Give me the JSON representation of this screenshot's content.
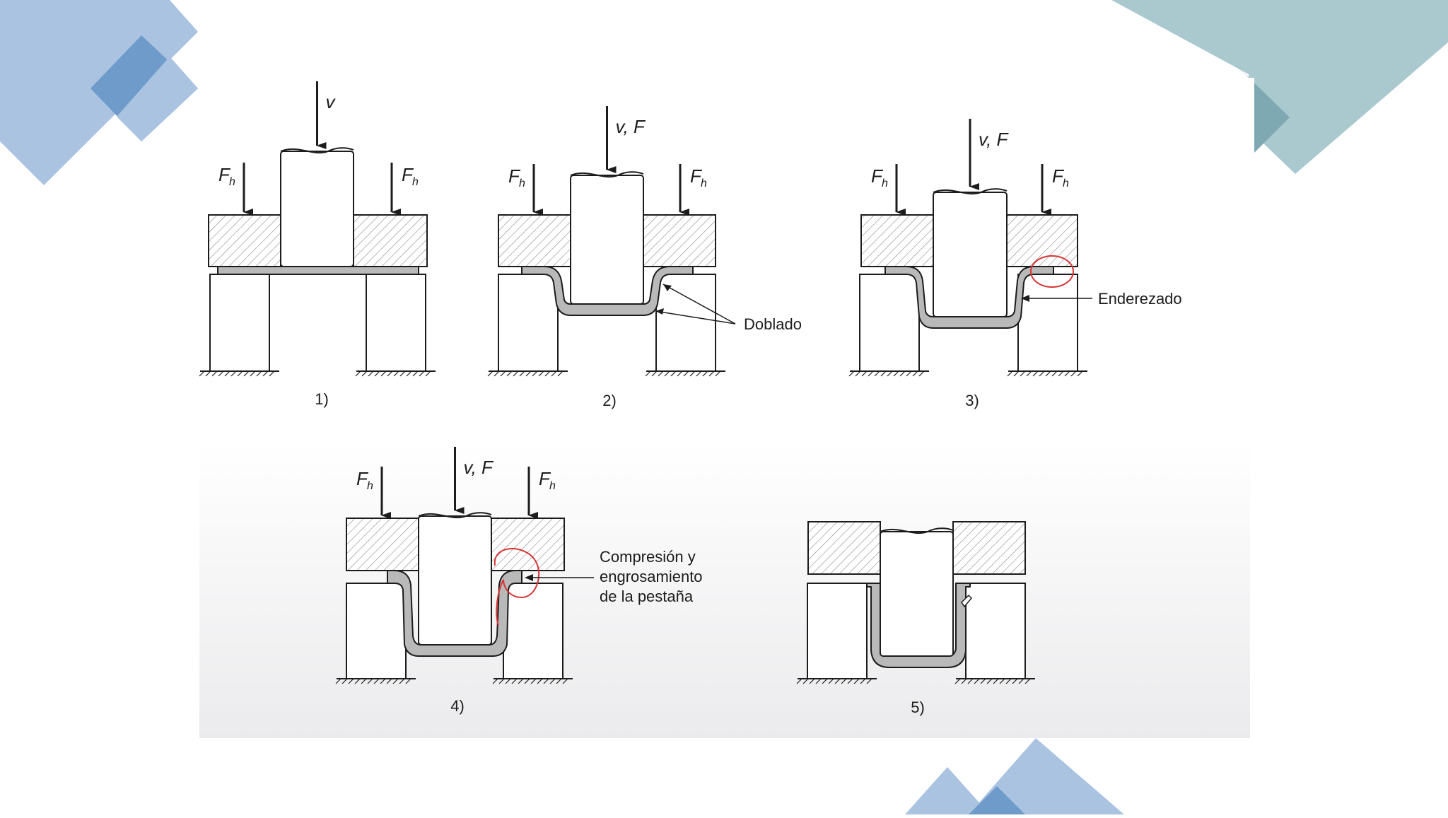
{
  "colors": {
    "background": "#ffffff",
    "deco_blue_light": "#a9c3e0",
    "deco_blue_mid": "#6f9bcb",
    "deco_teal_light": "#a9c9cf",
    "deco_teal_mid": "#7fa9b2",
    "ink": "#1c1c1c",
    "sheet_fill": "#b9b9b9",
    "annotation_red": "#d73535"
  },
  "diagram": {
    "labels": {
      "force_velocity": "v",
      "force_velocity_f": "v, F",
      "holder_force": "F",
      "holder_force_sub": "h",
      "doblado": "Doblado",
      "enderezado": "Enderezado",
      "compresion_line1": "Compresión y",
      "compresion_line2": "engrosamiento",
      "compresion_line3": "de la pestaña"
    },
    "steps": [
      "1)",
      "2)",
      "3)",
      "4)",
      "5)"
    ]
  }
}
